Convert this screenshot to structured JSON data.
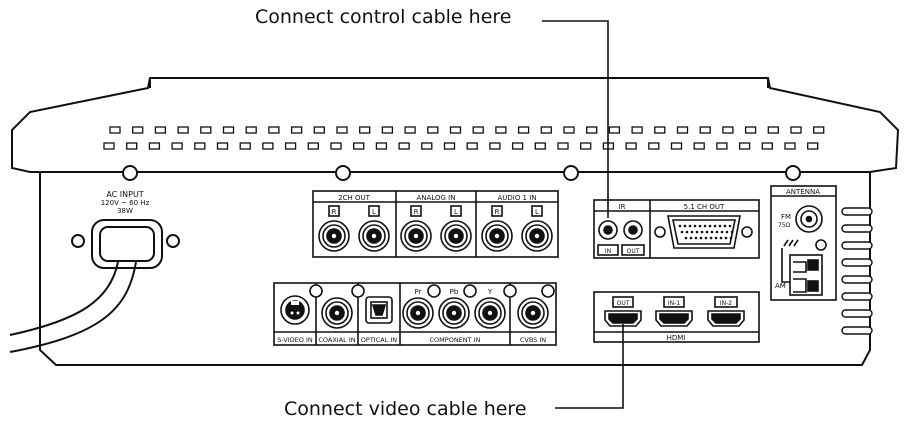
{
  "callouts": {
    "control": "Connect control cable here",
    "video": "Connect video cable here"
  },
  "panel": {
    "ac_input": [
      "AC INPUT",
      "120V ~ 60 Hz",
      "38W"
    ],
    "groups_top": {
      "ch2_out": "2CH OUT",
      "analog_in": "ANALOG IN",
      "audio1_in": "AUDIO 1 IN",
      "ir": "IR",
      "ch51_out": "5.1 CH OUT",
      "antenna": "ANTENNA"
    },
    "channel_r": "R",
    "channel_l": "L",
    "ir_in": "IN",
    "ir_out": "OUT",
    "fm": [
      "FM",
      "75Ω"
    ],
    "am": "AM",
    "component_labels": [
      "Pr",
      "Pb",
      "Y"
    ],
    "bottom_groups": {
      "svideo": "S-VIDEO IN",
      "coaxial": "COAXIAL IN",
      "optical": "OPTICAL IN",
      "component": "COMPONENT IN",
      "cvbs": "CVBS IN"
    },
    "hdmi": {
      "out": "OUT",
      "in1": "IN-1",
      "in2": "IN-2",
      "label": "HDMI"
    }
  },
  "colors": {
    "stroke": "#111111",
    "fill": "#ffffff"
  }
}
